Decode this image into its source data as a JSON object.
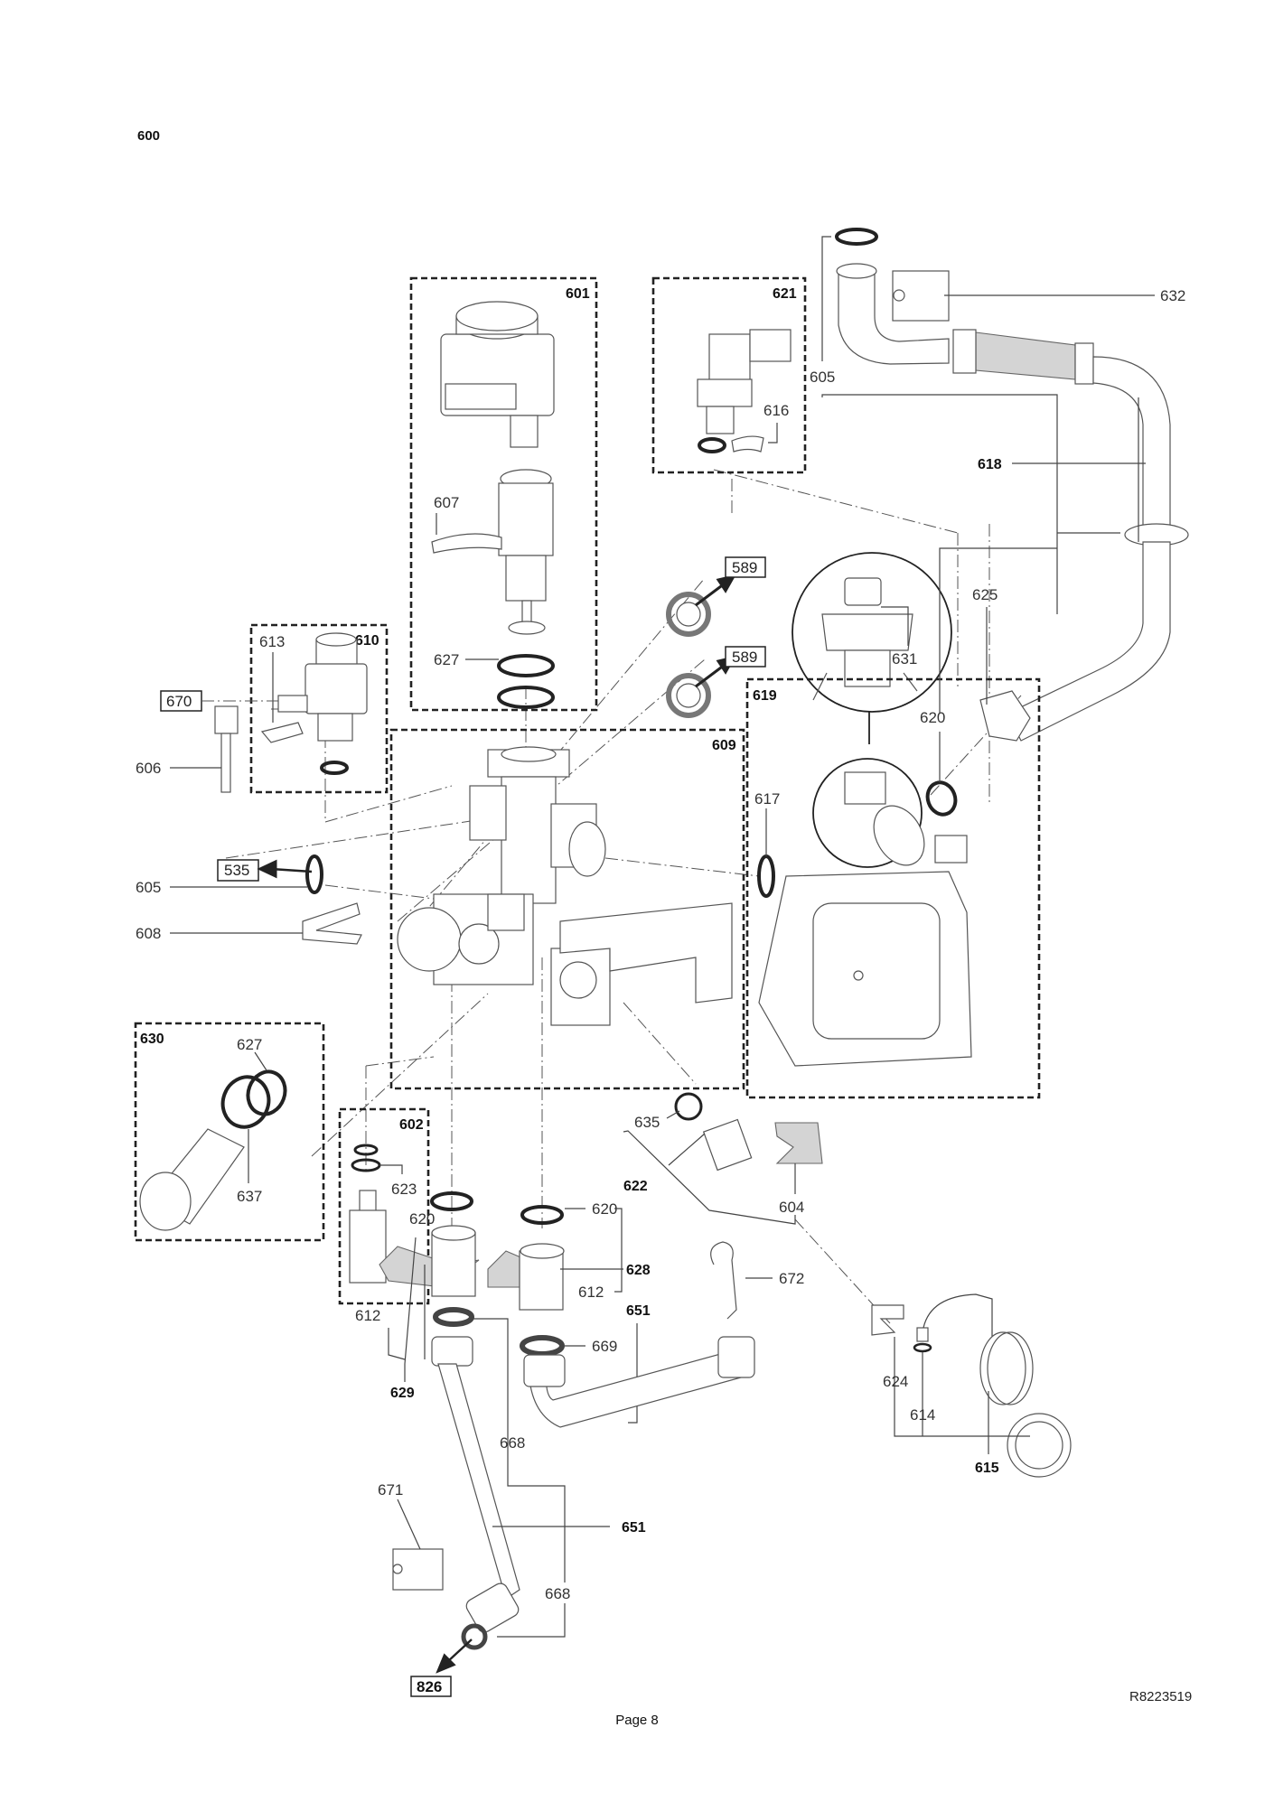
{
  "page": {
    "section_number": "600",
    "page_label": "Page 8",
    "drawing_code": "R8223519"
  },
  "diagram": {
    "type": "exploded parts diagram",
    "groups": [
      {
        "id": "601",
        "label": "601"
      },
      {
        "id": "621",
        "label": "621"
      },
      {
        "id": "610",
        "label": "610"
      },
      {
        "id": "609",
        "label": "609"
      },
      {
        "id": "619",
        "label": "619"
      },
      {
        "id": "630",
        "label": "630"
      },
      {
        "id": "602",
        "label": "602"
      }
    ],
    "callouts": {
      "c632": "632",
      "c605_top": "605",
      "c616": "616",
      "c618": "618",
      "c607": "607",
      "c627_601": "627",
      "c625": "625",
      "c631": "631",
      "c620_619": "620",
      "c617": "617",
      "c613": "613",
      "c606": "606",
      "c605_left": "605",
      "c608": "608",
      "c627_630": "627",
      "c637": "637",
      "c623": "623",
      "c620_602": "620",
      "c612_left": "612",
      "c629": "629",
      "c620_628": "620",
      "c628": "628",
      "c612_right": "612",
      "c651_mid": "651",
      "c669": "669",
      "c635": "635",
      "c622": "622",
      "c604": "604",
      "c672": "672",
      "c624": "624",
      "c614": "614",
      "c615": "615",
      "c668_mid": "668",
      "c671": "671",
      "c651_low": "651",
      "c668_low": "668"
    },
    "references": {
      "r589_a": "589",
      "r589_b": "589",
      "r670": "670",
      "r535": "535",
      "r826": "826"
    }
  }
}
